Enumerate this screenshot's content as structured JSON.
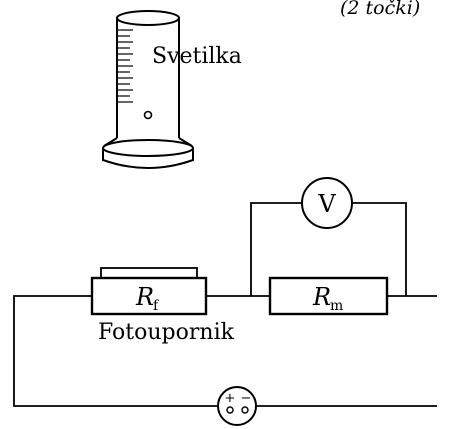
{
  "header_fragment": "(2 točki)",
  "lamp": {
    "label": "Svetilka",
    "icon": "lamp-icon"
  },
  "photoresistor": {
    "symbol": "R",
    "subscript": "f",
    "label": "Fotoupornik"
  },
  "resistor_m": {
    "symbol": "R",
    "subscript": "m"
  },
  "voltmeter": {
    "label": "V"
  },
  "source": {
    "plus": "+",
    "minus": "−"
  }
}
